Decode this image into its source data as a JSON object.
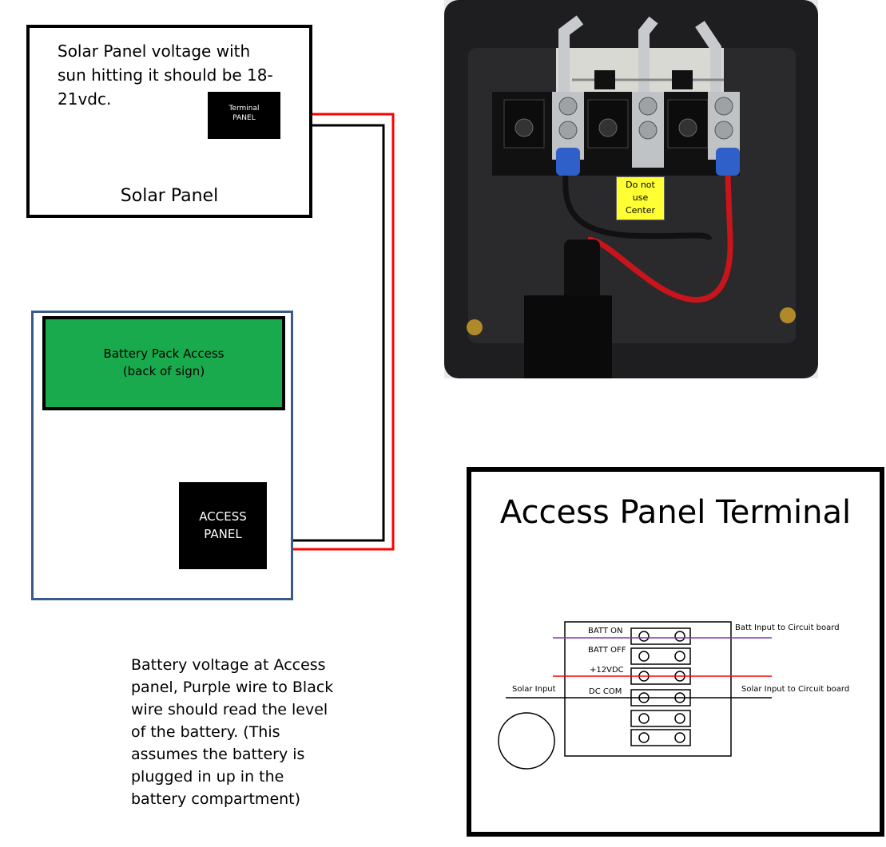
{
  "solar_panel": {
    "note": "Solar Panel voltage with\nsun hitting it should be 18-\n21vdc.",
    "title": "Solar Panel",
    "terminal_label": "Terminal\nPANEL"
  },
  "sign": {
    "battery_box_label": "Battery Pack Access\n(back of sign)",
    "access_panel_label": "ACCESS\nPANEL"
  },
  "battery_note": "Battery voltage at Access\npanel, Purple wire to Black\nwire should read the level\nof the battery.  (This\nassumes the battery is\nplugged in up in the\nbattery compartment)",
  "photo": {
    "label": "Do not\nuse\nCenter"
  },
  "access_panel_terminal": {
    "title": "Access Panel Terminal",
    "terminals": [
      "BATT ON",
      "BATT OFF",
      "+12VDC",
      "DC COM"
    ],
    "left_label": "Solar Input",
    "right_label_top": "Batt Input to Circuit board",
    "right_label_bottom": "Solar Input to Circuit board"
  },
  "colors": {
    "red_wire": "#ff0000",
    "black_wire": "#000000",
    "purple_wire": "#7a3fb0",
    "battery_box": "#1aaa4e",
    "sign_border": "#3a5a8a",
    "label_yellow": "#ffff33"
  }
}
